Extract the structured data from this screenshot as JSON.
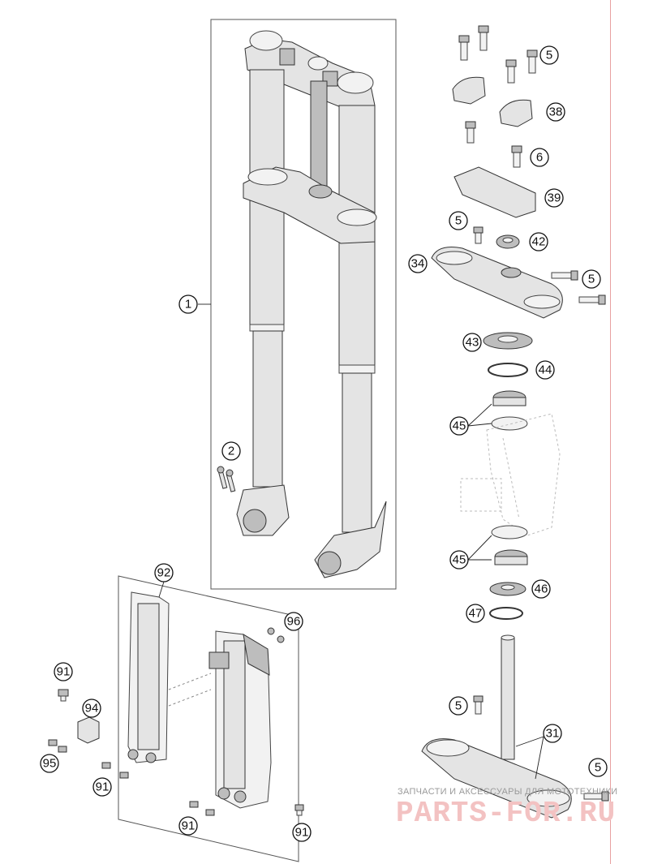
{
  "callouts": {
    "c1": "1",
    "c2": "2",
    "c5a": "5",
    "c38": "38",
    "c6": "6",
    "c39": "39",
    "c5b": "5",
    "c42": "42",
    "c34": "34",
    "c5c": "5",
    "c43": "43",
    "c44": "44",
    "c45a": "45",
    "c45b": "45",
    "c46": "46",
    "c47": "47",
    "c5d": "5",
    "c31": "31",
    "c5e": "5",
    "c92": "92",
    "c96": "96",
    "c91a": "91",
    "c94": "94",
    "c95": "95",
    "c91b": "91",
    "c91c": "91",
    "c91d": "91"
  },
  "watermark": {
    "caption": "ЗАПЧАСТИ И АКСЕССУАРЫ ДЛЯ МОТОТЕХНИКИ",
    "brand": "PARTS-FOR.RU"
  },
  "colors": {
    "edge_line": "#e8a0a0",
    "watermark_brand": "#f3c2c2"
  }
}
